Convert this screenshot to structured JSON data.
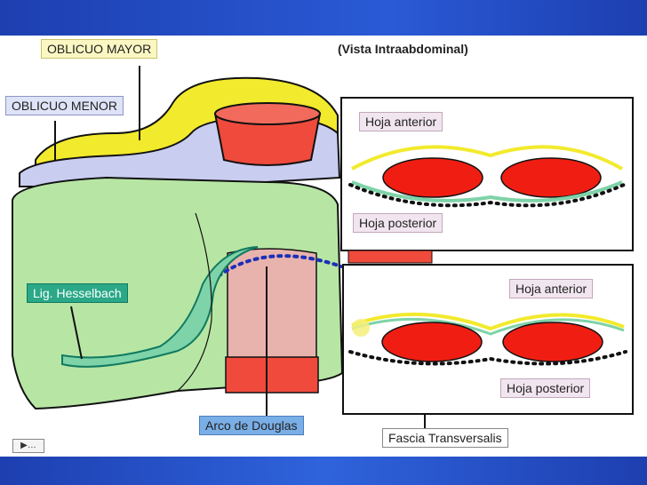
{
  "labels": {
    "oblicuo_mayor": "OBLICUO MAYOR",
    "oblicuo_menor": "OBLICUO MENOR",
    "vista": "(Vista Intraabdominal)",
    "hesselbach": "Lig. Hesselbach",
    "douglas": "Arco de Douglas",
    "fascia": "Fascia Transversalis",
    "panel_top_anterior": "Hoja anterior",
    "panel_top_posterior": "Hoja posterior",
    "panel_bottom_anterior": "Hoja anterior",
    "panel_bottom_posterior": "Hoja posterior"
  },
  "colors": {
    "frame_blue": "#1d3fb0",
    "oblicuo_mayor": "#f2ea2c",
    "oblicuo_menor": "#c9cdf0",
    "transverso": "#b7e6a4",
    "recto": "#f04a3c",
    "recto_light": "#e8b3ad",
    "hesselbach": "#2aa888",
    "douglas_dots": "#1a2fb8"
  },
  "icons": {
    "slide_nav": "slide-nav-icon"
  }
}
